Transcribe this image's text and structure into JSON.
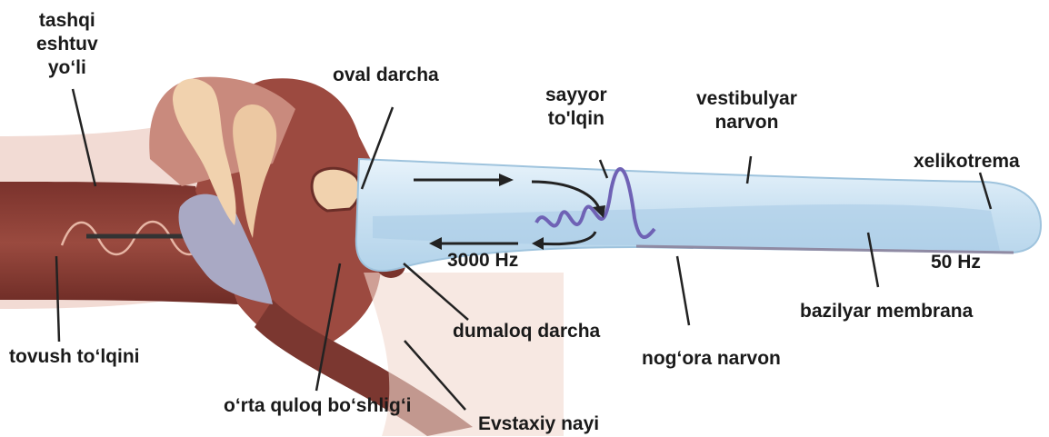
{
  "labels": {
    "ear_canal": [
      "tashqi",
      "eshtuv",
      "yo‘li"
    ],
    "oval_window": "oval darcha",
    "traveling_wave": [
      "sayyor",
      "to'lqin"
    ],
    "vestibular_duct": [
      "vestibulyar",
      "narvon"
    ],
    "helicotrema": "xelikotrema",
    "freq_high": "3000 Hz",
    "freq_low": "50 Hz",
    "round_window": "dumaloq darcha",
    "basilar_membrane": "bazilyar membrana",
    "sound_wave": "tovush to‘lqini",
    "tympanic_duct": "nog‘ora narvon",
    "middle_ear": "o‘rta quloq bo‘shlig‘i",
    "eustachian_tube": "Evstaxiy nayi"
  },
  "colors": {
    "canal": "#8c3e36",
    "canal_dark": "#6e2c26",
    "bone": "#c9897c",
    "ossicle": "#f1d2ae",
    "eardrum": "#a9a9c4",
    "cochlea_tube": "#cfe4f3",
    "cochlea_edge": "#9ec3dd",
    "wave": "#6f62b5",
    "pointer": "#222222"
  }
}
